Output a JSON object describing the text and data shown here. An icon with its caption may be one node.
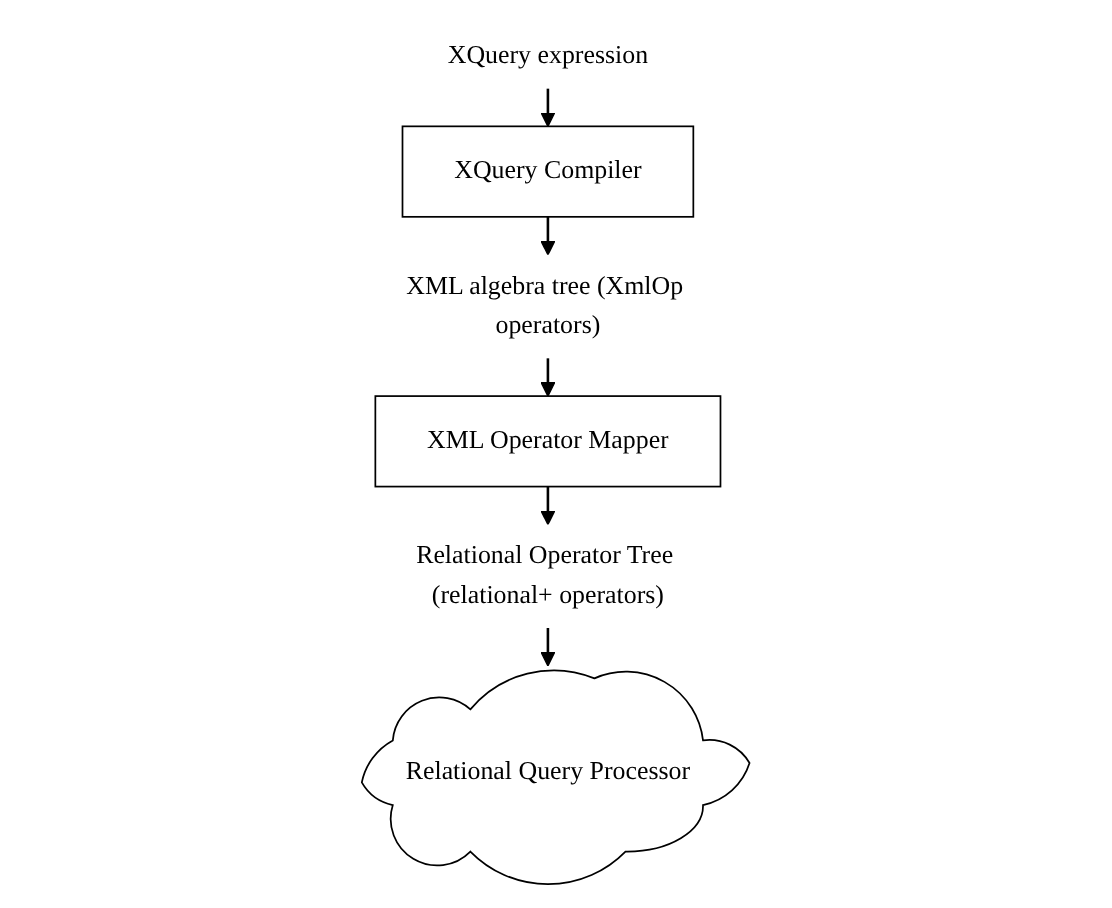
{
  "diagram": {
    "nodes": [
      {
        "text": [
          "XQuery expression"
        ]
      },
      {
        "text": [
          "XQuery Compiler"
        ]
      },
      {
        "text": [
          "XML algebra tree (XmlOp operators)"
        ]
      },
      {
        "text": [
          "XML Operator Mapper"
        ]
      },
      {
        "text": [
          "Relational Operator Tree (relational+ operators)"
        ]
      },
      {
        "text": [
          "Relational Query Processor"
        ]
      }
    ],
    "edges": [
      {
        "from": 0,
        "to": 1,
        "arrow": "to"
      },
      {
        "from": 1,
        "to": 2,
        "arrow": "to"
      },
      {
        "from": 2,
        "to": 3,
        "arrow": "to"
      },
      {
        "from": 3,
        "to": 4,
        "arrow": "to"
      },
      {
        "from": 4,
        "to": 5,
        "arrow": "to"
      }
    ]
  }
}
